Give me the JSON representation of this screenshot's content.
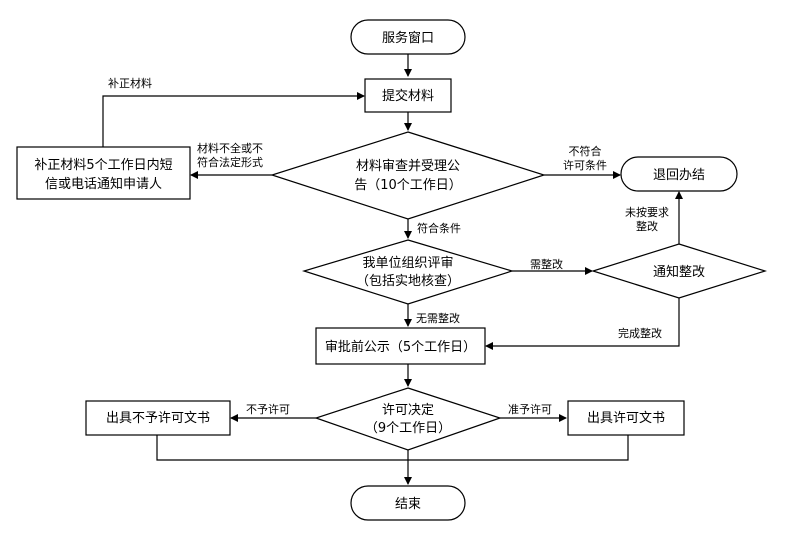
{
  "nodes": {
    "service_window": "服务窗口",
    "submit_materials": "提交材料",
    "review_publish_l1": "材料审查并受理公",
    "review_publish_l2": "告（10个工作日）",
    "supplement_l1": "补正材料5个工作日内短",
    "supplement_l2": "信或电话通知申请人",
    "return_end": "退回办结",
    "org_review_l1": "我单位组织评审",
    "org_review_l2": "（包括实地核查）",
    "notify_rectify": "通知整改",
    "pre_approval_notice": "审批前公示（5个工作日）",
    "license_decision_l1": "许可决定",
    "license_decision_l2": "（9个工作日）",
    "issue_denial": "出具不予许可文书",
    "issue_license": "出具许可文书",
    "end": "结束"
  },
  "edge_labels": {
    "supplement_materials": "补正材料",
    "incomplete_l1": "材料不全或不",
    "incomplete_l2": "符合法定形式",
    "not_meet_l1": "不符合",
    "not_meet_l2": "许可条件",
    "meets_conditions": "符合条件",
    "needs_rectify": "需整改",
    "not_per_req_l1": "未按要求",
    "not_per_req_l2": "整改",
    "no_rectify": "无需整改",
    "rectify_done": "完成整改",
    "not_permitted": "不予许可",
    "permitted": "准予许可"
  }
}
